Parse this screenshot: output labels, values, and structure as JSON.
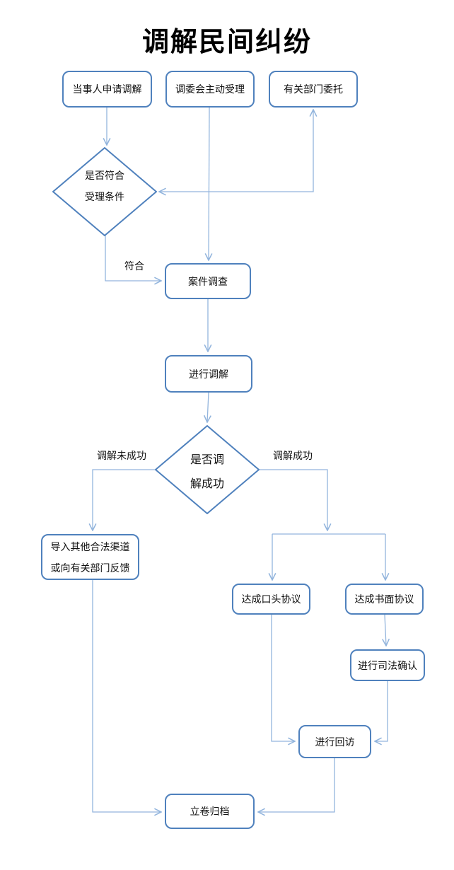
{
  "title": "调解民间纠纷",
  "colors": {
    "shape_border": "#4f81bd",
    "connector": "#93b5dd",
    "text": "#111111"
  },
  "nodes": {
    "apply": {
      "label": "当事人申请调解"
    },
    "committee": {
      "label": "调委会主动受理"
    },
    "department": {
      "label": "有关部门委托"
    },
    "check_accept": {
      "lines": [
        "是否符合",
        "受理条件"
      ]
    },
    "investigate": {
      "label": "案件调查"
    },
    "mediate": {
      "label": "进行调解"
    },
    "check_success": {
      "lines": [
        "是否调",
        "解成功"
      ]
    },
    "other_channel": {
      "lines": [
        "导入其他合法渠道",
        "或向有关部门反馈"
      ]
    },
    "oral_agreement": {
      "label": "达成口头协议"
    },
    "written_agreement": {
      "label": "达成书面协议"
    },
    "judicial_confirm": {
      "label": "进行司法确认"
    },
    "follow_up": {
      "label": "进行回访"
    },
    "archive": {
      "label": "立卷归档"
    }
  },
  "edge_labels": {
    "qualified": "符合",
    "not_success": "调解未成功",
    "success": "调解成功"
  }
}
